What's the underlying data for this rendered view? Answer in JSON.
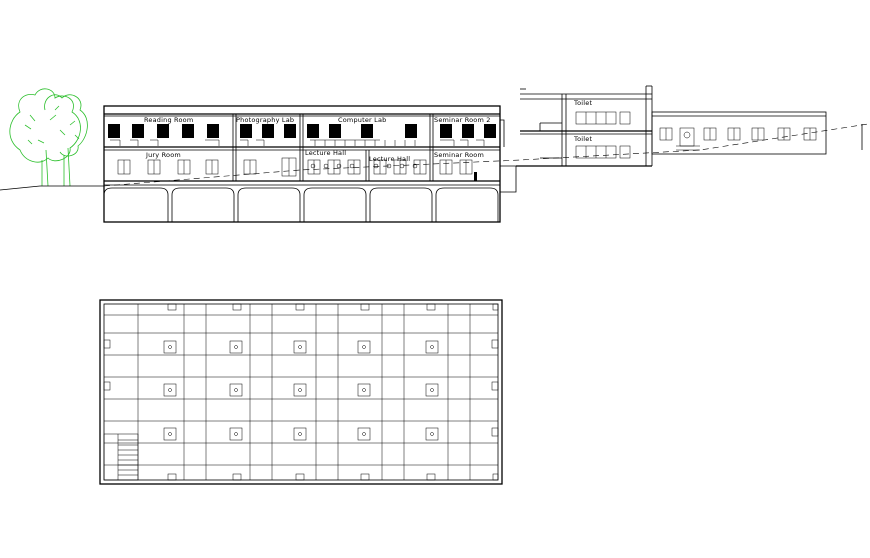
{
  "section": {
    "rooms_upper": [
      {
        "key": "reading",
        "label": "Reading Room"
      },
      {
        "key": "photo",
        "label": "Photography Lab"
      },
      {
        "key": "computer",
        "label": "Computer Lab"
      },
      {
        "key": "seminar2",
        "label": "Seminar Room 2"
      }
    ],
    "rooms_lower": [
      {
        "key": "jury",
        "label": "Jury Room"
      },
      {
        "key": "lecture1",
        "label": "Lecture Hall"
      },
      {
        "key": "lecture2",
        "label": "Lecture Hall"
      },
      {
        "key": "seminar1",
        "label": "Seminar Room"
      }
    ],
    "toilet_upper": "Toilet",
    "toilet_lower": "Toilet"
  },
  "colors": {
    "line": "#000000",
    "tree": "#2bbf2b",
    "background": "#ffffff"
  }
}
